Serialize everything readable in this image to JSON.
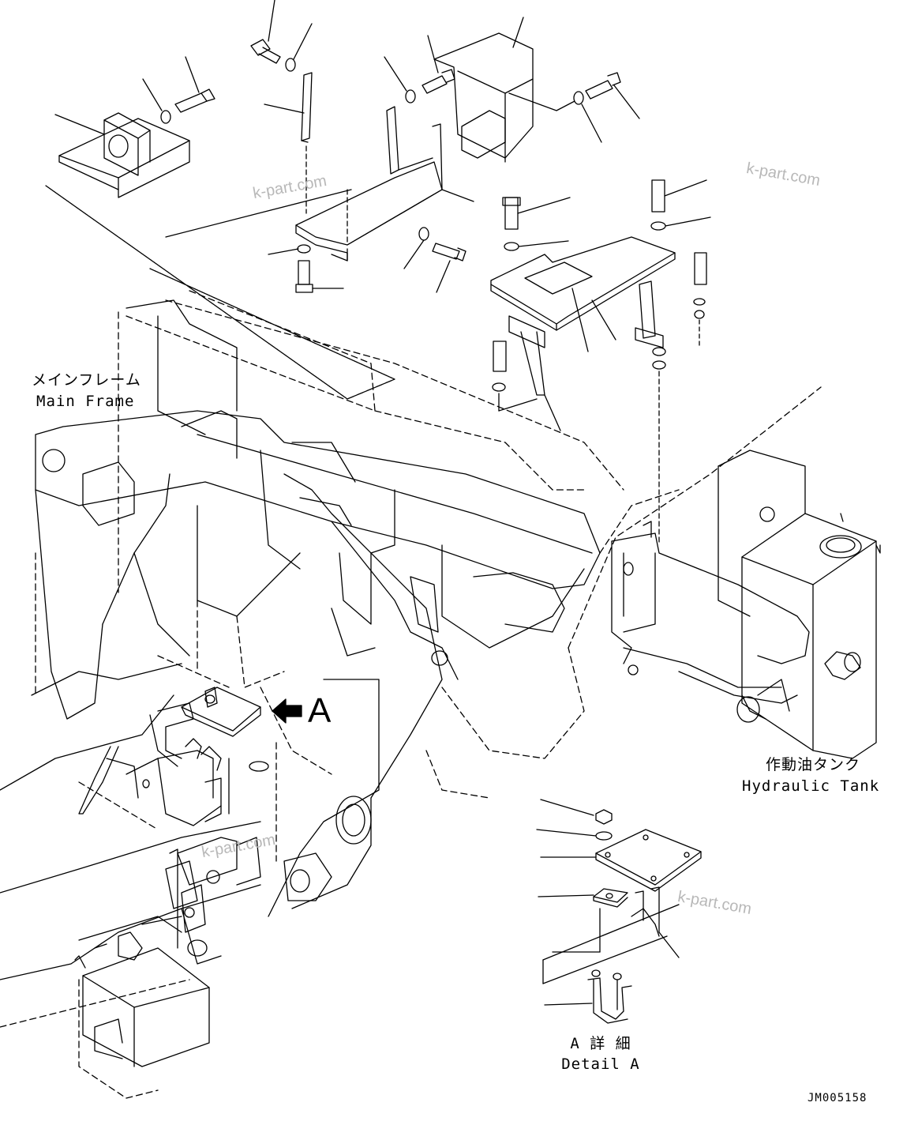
{
  "labels": {
    "main_frame_jp": "メインフレーム",
    "main_frame_en": "Main Frame",
    "hydraulic_tank_jp": "作動油タンク",
    "hydraulic_tank_en": "Hydraulic Tank",
    "detail_a_jp": "A 詳 細",
    "detail_a_en": "Detail A",
    "view_arrow": "A"
  },
  "watermarks": [
    "k-part.com",
    "k-part.com",
    "k-part.com",
    "k-part.com"
  ],
  "drawing_code": "JM005158",
  "colors": {
    "line": "#000000",
    "watermark": "#b8b8b8",
    "background": "#ffffff"
  }
}
